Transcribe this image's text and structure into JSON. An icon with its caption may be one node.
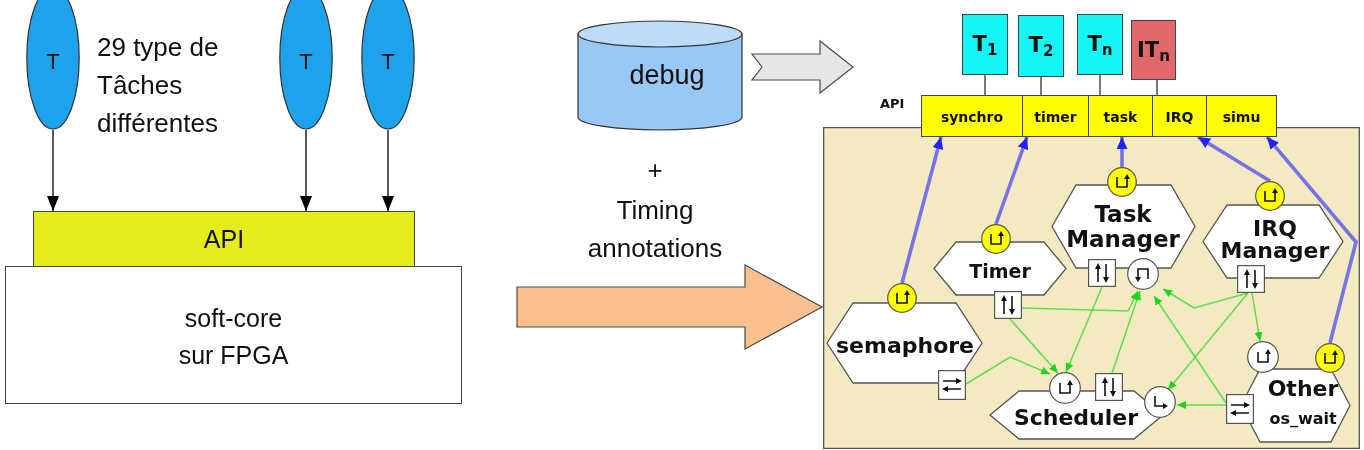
{
  "diagram": {
    "nodes": [
      {
        "text": [
          "T"
        ]
      },
      {
        "text": [
          "T"
        ]
      },
      {
        "text": [
          "T"
        ]
      },
      {
        "text": [
          "API"
        ]
      },
      {
        "text": [
          "soft-core sur FPGA"
        ]
      },
      {
        "text": [
          "debug"
        ]
      },
      {
        "text": [],
        "shape": "box"
      },
      {
        "text": [
          "T$_{1}$"
        ]
      },
      {
        "text": [
          "T$_{2}$"
        ]
      },
      {
        "text": [
          "T$_{n}$"
        ]
      },
      {
        "text": [
          "IT$_{n}$"
        ]
      },
      {
        "text": [
          "synchro"
        ]
      },
      {
        "text": [
          "timer"
        ]
      },
      {
        "text": [
          "task"
        ]
      },
      {
        "text": [
          "IRQ"
        ]
      },
      {
        "text": [
          "simu"
        ]
      },
      {
        "text": [
          "Task Manager"
        ],
        "in": 6
      },
      {
        "text": [
          "IRQ Manager"
        ],
        "in": 6
      },
      {
        "text": [
          "Timer"
        ],
        "in": 6
      },
      {
        "text": [
          "semaphore"
        ],
        "in": 6
      },
      {
        "text": [
          "Other",
          "os_wait"
        ],
        "in": 6
      },
      {
        "text": [
          "Scheduler"
        ],
        "in": 6
      }
    ],
    "edges": [
      {
        "from": 0,
        "to": 3,
        "arrow": "to",
        "color": "#000000"
      },
      {
        "from": 1,
        "to": 3,
        "arrow": "to",
        "color": "#000000"
      },
      {
        "from": 2,
        "to": 3,
        "arrow": "to",
        "color": "#000000"
      },
      {
        "from": 5,
        "to": null,
        "arrow": "to",
        "style": "thick",
        "color": "#e6e6e6"
      },
      {
        "from": null,
        "to": 6,
        "arrow": "to",
        "style": "thick",
        "color": "#fac090"
      },
      {
        "from": 7,
        "to": 11,
        "arrow": "none",
        "color": "#333333"
      },
      {
        "from": 8,
        "to": 12,
        "arrow": "none",
        "color": "#333333"
      },
      {
        "from": 9,
        "to": 13,
        "arrow": "none",
        "color": "#333333"
      },
      {
        "from": 10,
        "to": 14,
        "arrow": "none",
        "color": "#333333"
      },
      {
        "from": 19,
        "to": 11,
        "arrow": "to",
        "style": "thick",
        "color": "#2222ff"
      },
      {
        "from": 18,
        "to": 12,
        "arrow": "to",
        "style": "thick",
        "color": "#2222ff"
      },
      {
        "from": 16,
        "to": 13,
        "arrow": "to",
        "style": "thick",
        "color": "#2222ff"
      },
      {
        "from": 17,
        "to": 14,
        "arrow": "to",
        "style": "thick",
        "color": "#2222ff"
      },
      {
        "from": 20,
        "to": 15,
        "arrow": "to",
        "style": "thick",
        "color": "#2222ff"
      },
      {
        "from": 18,
        "to": 16,
        "arrow": "to"
      },
      {
        "from": 18,
        "to": 21,
        "arrow": "to"
      },
      {
        "from": 19,
        "to": 21,
        "arrow": "to"
      },
      {
        "from": 16,
        "to": 21,
        "arrow": "to"
      },
      {
        "from": 21,
        "to": 16,
        "arrow": "to"
      },
      {
        "from": 17,
        "to": 16,
        "arrow": "to"
      },
      {
        "from": 17,
        "to": 21,
        "arrow": "to"
      },
      {
        "from": 17,
        "to": 20,
        "arrow": "to"
      },
      {
        "from": 20,
        "to": 21,
        "arrow": "to"
      },
      {
        "from": 20,
        "to": 16,
        "arrow": "to"
      }
    ],
    "labels": [
      "29 type de Tâches différentes",
      "+",
      "Timing annotations",
      "API"
    ]
  }
}
